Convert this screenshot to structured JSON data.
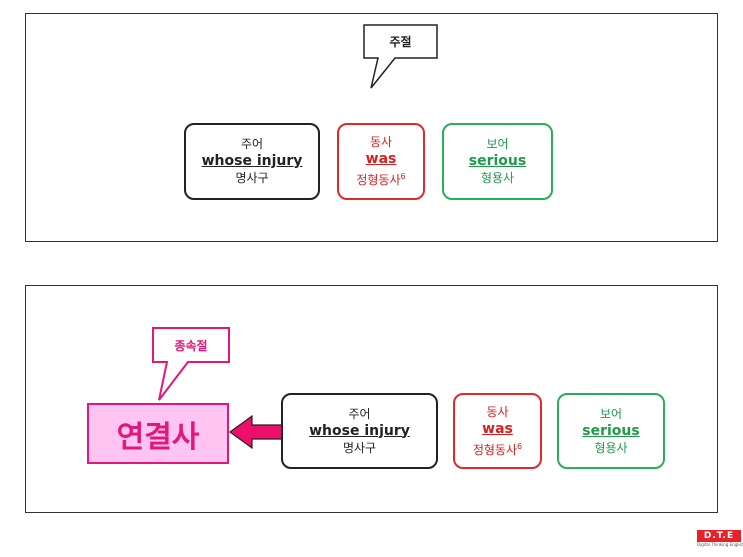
{
  "top": {
    "callout": "주절",
    "subject": {
      "role": "주어",
      "word": "whose injury",
      "type": "명사구"
    },
    "verb": {
      "role": "동사",
      "word": "was",
      "type": "정형동사",
      "note": "6"
    },
    "complement": {
      "role": "보어",
      "word": "serious",
      "type": "형용사"
    }
  },
  "bottom": {
    "callout": "종속절",
    "connector": "연결사",
    "subject": {
      "role": "주어",
      "word": "whose injury",
      "type": "명사구"
    },
    "verb": {
      "role": "동사",
      "word": "was",
      "type": "정형동사",
      "note": "6"
    },
    "complement": {
      "role": "보어",
      "word": "serious",
      "type": "형용사"
    }
  },
  "logo": {
    "mark": "D.T.E",
    "tagline": "Digital Thinking English"
  },
  "colors": {
    "pink": "#e0187a",
    "pink_fill": "#ffc4f2",
    "red": "#d42020",
    "green": "#1f9a4a"
  }
}
